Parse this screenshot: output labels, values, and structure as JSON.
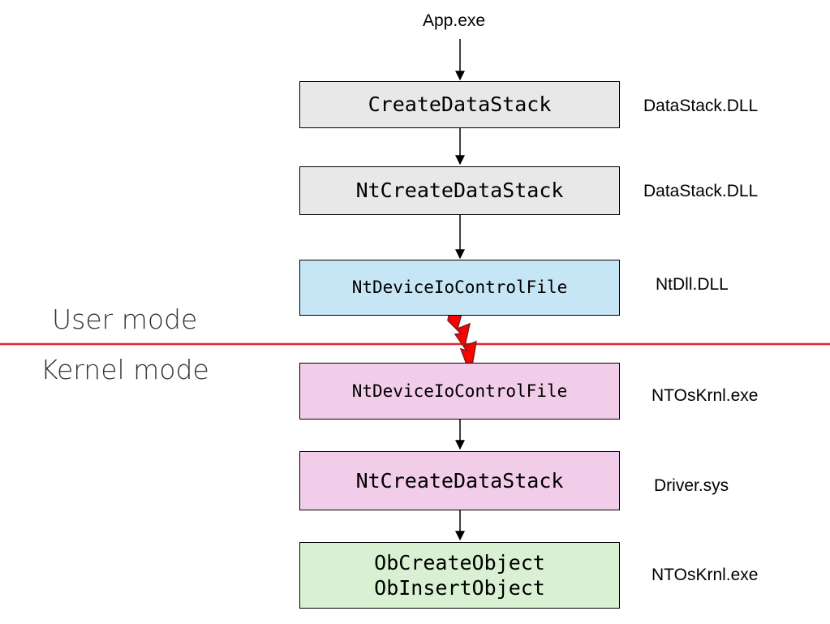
{
  "entry_label": "App.exe",
  "boxes": {
    "create_data_stack": {
      "label": "CreateDataStack",
      "module": "DataStack.DLL"
    },
    "nt_create_data_stack_user": {
      "label": "NtCreateDataStack",
      "module": "DataStack.DLL"
    },
    "nt_device_io_control_file_user": {
      "label": "NtDeviceIoControlFile",
      "module": "NtDll.DLL"
    },
    "nt_device_io_control_file_kernel": {
      "label": "NtDeviceIoControlFile",
      "module": "NTOsKrnl.exe"
    },
    "nt_create_data_stack_kernel": {
      "label": "NtCreateDataStack",
      "module": "Driver.sys"
    },
    "ob_objects": {
      "lines": [
        "ObCreateObject",
        "ObInsertObject"
      ],
      "module": "NTOsKrnl.exe"
    }
  },
  "modes": {
    "user": "User mode",
    "kernel": "Kernel mode"
  },
  "colors": {
    "boundary_line": "#e8262b",
    "gray_box": "#e8e8e8",
    "blue_box": "#c7e6f5",
    "pink_box": "#f1cdea",
    "green_box": "#d9f1d2",
    "lightning": "#ff0000"
  },
  "icons": {
    "transition": "lightning-bolt-icon"
  }
}
